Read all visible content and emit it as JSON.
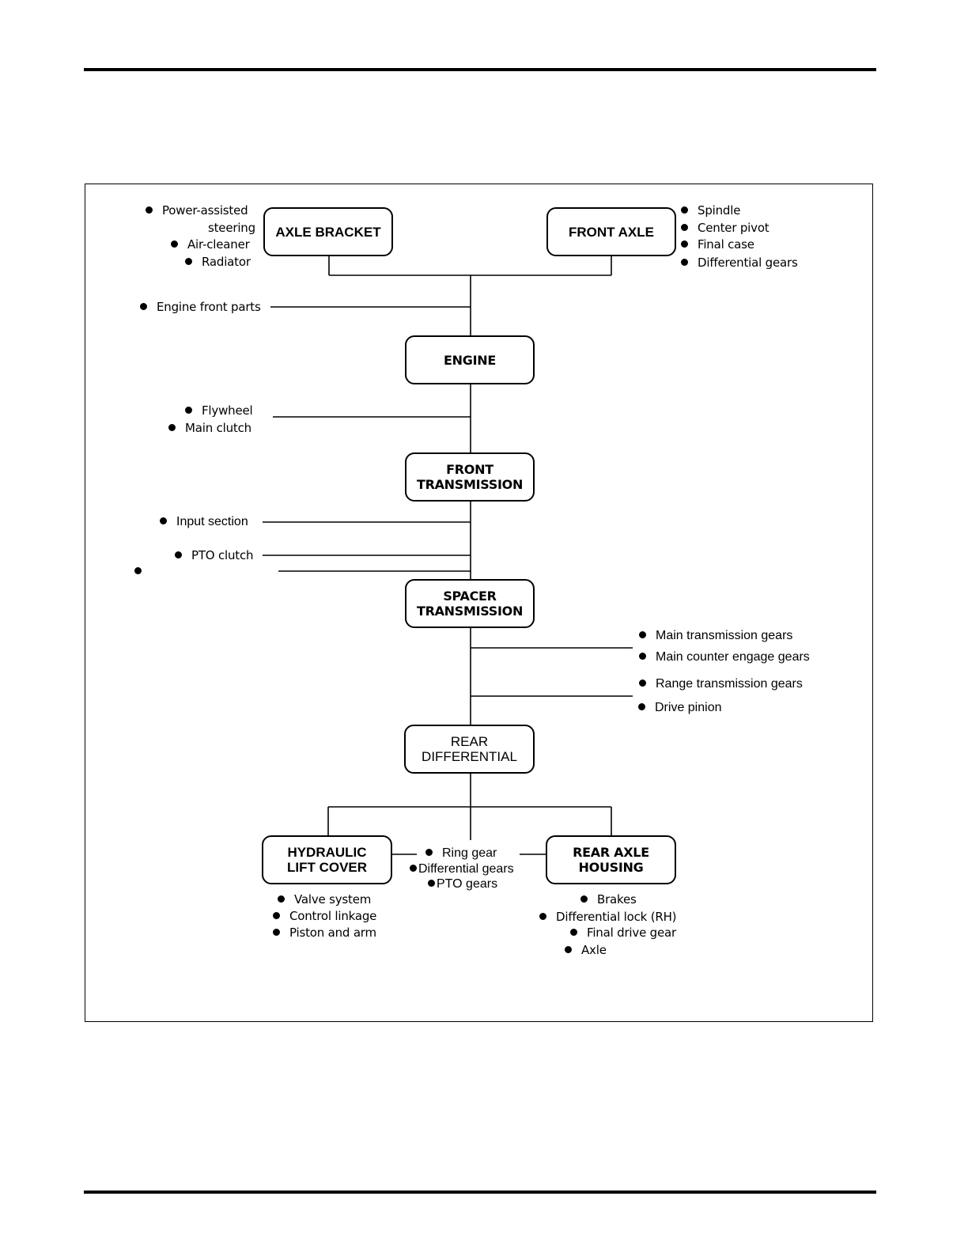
{
  "boxes": {
    "axle_bracket": "AXLE BRACKET",
    "front_axle": "FRONT AXLE",
    "engine": "ENGINE",
    "front_transmission": [
      "FRONT",
      "TRANSMISSION"
    ],
    "spacer_transmission": [
      "SPACER",
      "TRANSMISSION"
    ],
    "rear_differential": [
      "REAR",
      "DIFFERENTIAL"
    ],
    "hydraulic_lift_cover": [
      "HYDRAULIC",
      "LIFT COVER"
    ],
    "rear_axle_housing": [
      "REAR AXLE",
      "HOUSING"
    ]
  },
  "items": {
    "axle_bracket": [
      "Power-assisted",
      "steering",
      "Air-cleaner",
      "Radiator"
    ],
    "front_axle": [
      "Spindle",
      "Center pivot",
      "Final case",
      "Differential gears"
    ],
    "engine_front": "Engine front parts",
    "flywheel_clutch": [
      "Flywheel",
      "Main clutch"
    ],
    "input_section": "Input section",
    "pto_clutch": "PTO clutch",
    "spacer_right": [
      "Main transmission gears",
      "Main counter engage gears",
      "Range transmission gears",
      "Drive pinion"
    ],
    "center_bottom": [
      "Ring gear",
      "Differential gears",
      "PTO gears"
    ],
    "hydraulic": [
      "Valve system",
      "Control linkage",
      "Piston and arm"
    ],
    "rear_axle": [
      "Brakes",
      "Differential lock (RH)",
      "Final drive gear",
      "Axle"
    ]
  }
}
